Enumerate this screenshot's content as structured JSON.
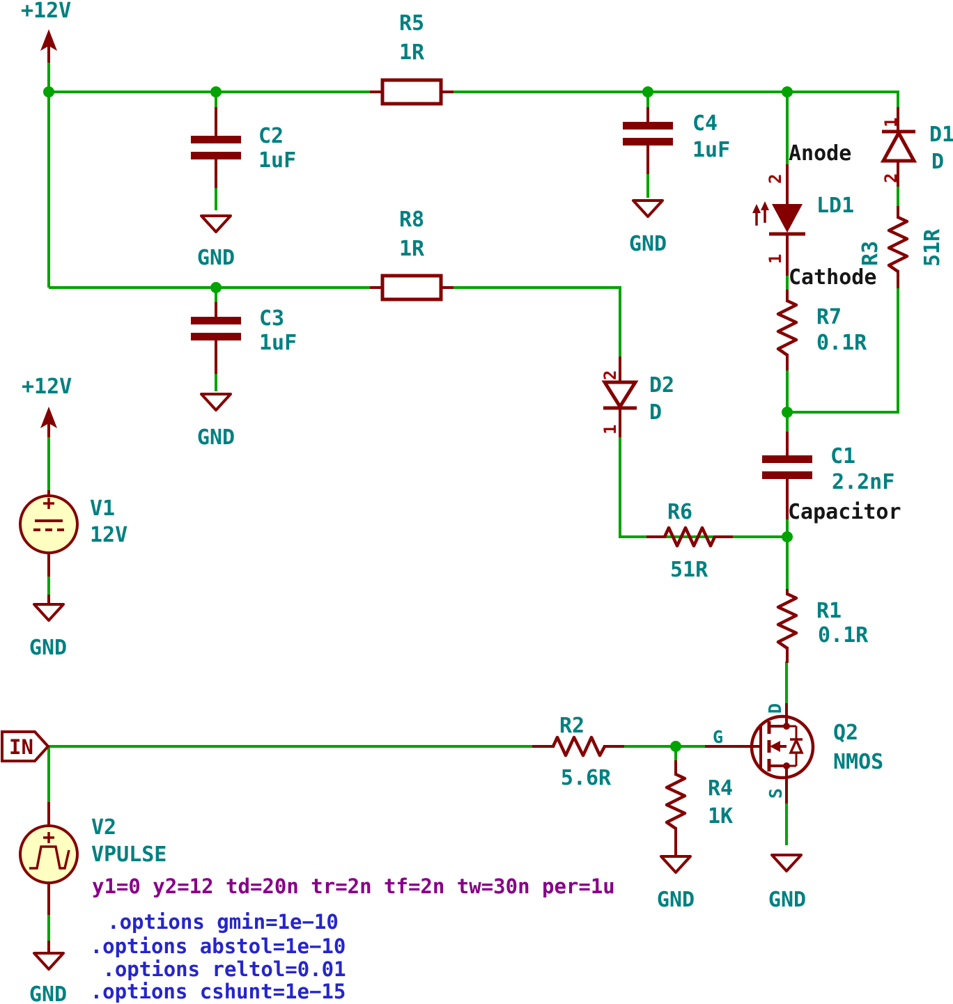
{
  "schematic": {
    "colors": {
      "wire_green": "#00A300",
      "device_red": "#840000",
      "reference_teal": "#008080",
      "pin_name_black": "#161616",
      "pin_number_red": "#A00000",
      "directive_blue": "#2525CC",
      "param_purple": "#870087",
      "source_fill_cream": "#FFFFC2",
      "background": "#FFFFFF"
    },
    "power": {
      "p12v": "+12V",
      "gnd": "GND"
    },
    "port_in": "IN",
    "components": {
      "R1": {
        "ref": "R1",
        "value": "0.1R"
      },
      "R2": {
        "ref": "R2",
        "value": "5.6R"
      },
      "R3": {
        "ref": "R3",
        "value": "51R"
      },
      "R4": {
        "ref": "R4",
        "value": "1K"
      },
      "R5": {
        "ref": "R5",
        "value": "1R"
      },
      "R6": {
        "ref": "R6",
        "value": "51R"
      },
      "R7": {
        "ref": "R7",
        "value": "0.1R"
      },
      "R8": {
        "ref": "R8",
        "value": "1R"
      },
      "C1": {
        "ref": "C1",
        "value": "2.2nF",
        "pin_name": "Capacitor"
      },
      "C2": {
        "ref": "C2",
        "value": "1uF"
      },
      "C3": {
        "ref": "C3",
        "value": "1uF"
      },
      "C4": {
        "ref": "C4",
        "value": "1uF"
      },
      "D1": {
        "ref": "D1",
        "value": "D",
        "pin1": "1",
        "pin2": "2"
      },
      "D2": {
        "ref": "D2",
        "value": "D",
        "pin1": "1",
        "pin2": "2"
      },
      "LD1": {
        "ref": "LD1",
        "pin1": "1",
        "pin2": "2",
        "anode": "Anode",
        "cathode": "Cathode"
      },
      "Q2": {
        "ref": "Q2",
        "value": "NMOS",
        "drain": "D",
        "gate": "G",
        "source": "S"
      },
      "V1": {
        "ref": "V1",
        "value": "12V"
      },
      "V2": {
        "ref": "V2",
        "value": "VPULSE",
        "params": "y1=0 y2=12 td=20n tr=2n tf=2n tw=30n per=1u"
      }
    },
    "directives": [
      ".options gmin=1e−10",
      ".options abstol=1e−10",
      ".options reltol=0.01",
      ".options cshunt=1e−15"
    ]
  }
}
